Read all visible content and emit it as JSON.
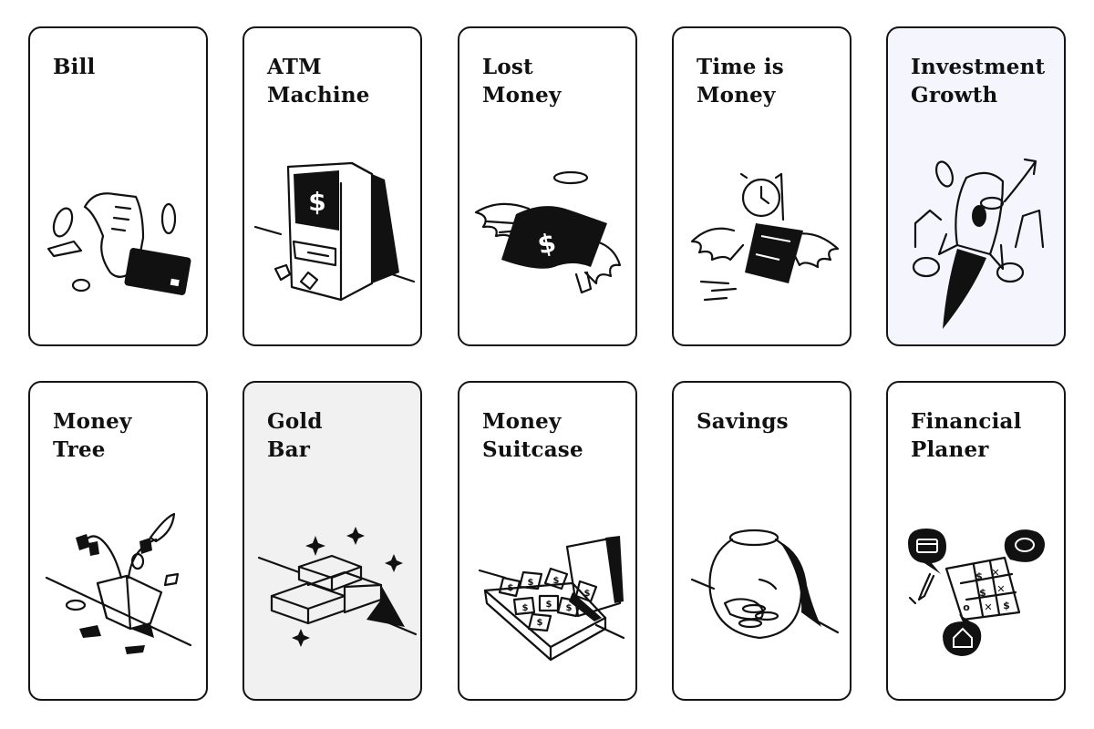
{
  "cards": [
    {
      "line1": "Bill",
      "line2": "",
      "icon": "bill-receipt-card-coins-icon"
    },
    {
      "line1": "ATM",
      "line2": "Machine",
      "icon": "atm-machine-icon"
    },
    {
      "line1": "Lost",
      "line2": "Money",
      "icon": "winged-money-icon"
    },
    {
      "line1": "Time is",
      "line2": "Money",
      "icon": "winged-clock-money-icon"
    },
    {
      "line1": "Investment",
      "line2": "Growth",
      "icon": "rocket-growth-icon"
    },
    {
      "line1": "Money",
      "line2": "Tree",
      "icon": "money-tree-plant-icon"
    },
    {
      "line1": "Gold",
      "line2": "Bar",
      "icon": "gold-bars-icon"
    },
    {
      "line1": "Money",
      "line2": "Suitcase",
      "icon": "money-suitcase-icon"
    },
    {
      "line1": "Savings",
      "line2": "",
      "icon": "savings-jar-icon"
    },
    {
      "line1": "Financial",
      "line2": "Planer",
      "icon": "financial-planner-icon"
    }
  ]
}
